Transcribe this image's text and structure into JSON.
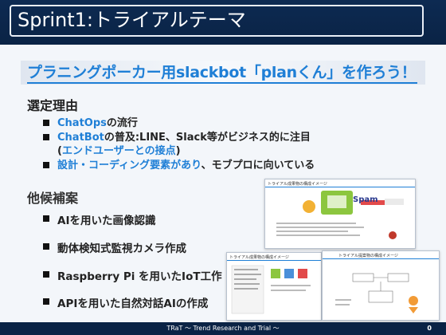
{
  "slide": {
    "title": "Sprint1:トライアルテーマ",
    "headline": "プラニングポーカー用slackbot「planくん」を作ろう！",
    "reason_heading": "選定理由",
    "reasons": [
      {
        "highlight": "ChatOps",
        "rest": "の流行"
      },
      {
        "highlight": "ChatBot",
        "rest": "の普及:LINE、Slack等がビジネス的に注目",
        "second_line": "(エンドユーザーとの接点)",
        "second_highlight": "エンドユーザーとの接点"
      },
      {
        "highlight": "設計・コーディング要素があり",
        "rest": "、モブプロに向いている"
      }
    ],
    "candidates_heading": "他候補案",
    "candidates": [
      "AIを用いた画像認識",
      "動体検知式監視カメラ作成",
      "Raspberry Pi を用いたIoT工作",
      "APIを用いた自然対話AIの作成"
    ]
  },
  "thumbnails": {
    "thumb1_title": "トライアル成果物の構成イメージ",
    "thumb1_spam": "Spam",
    "thumb2_title": "トライアル成果物の構成イメージ",
    "thumb3_title": "トライアル提案物の構成イメージ"
  },
  "footer": {
    "text": "TRaT 〜 Trend Research and Trial 〜",
    "page": "0"
  },
  "colors": {
    "navy": "#0a2345",
    "accent": "#1f7fd6"
  }
}
